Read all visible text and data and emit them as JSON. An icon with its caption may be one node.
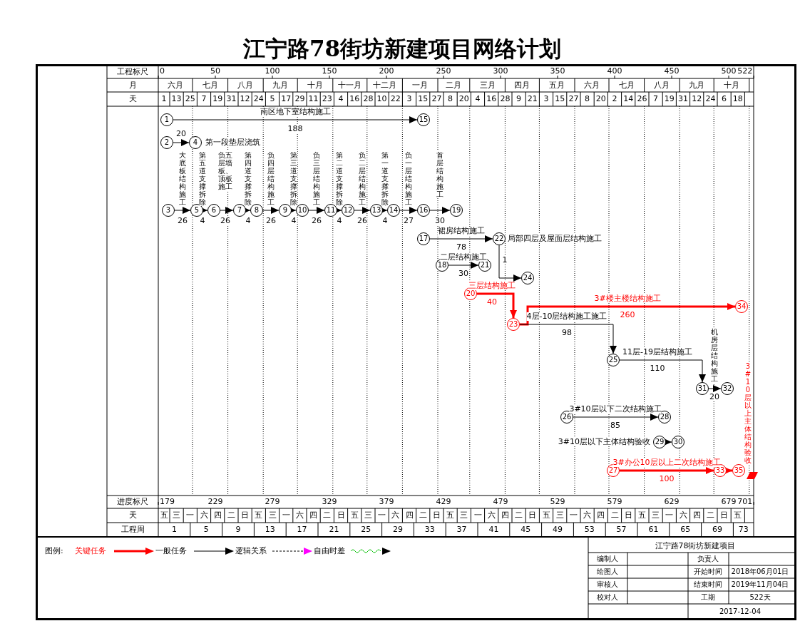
{
  "diagram": {
    "title": "江宁路78街坊新建项目网络计划",
    "nodes": [
      {
        "text": [
          "1"
        ]
      },
      {
        "text": [
          "2"
        ]
      },
      {
        "text": [
          "3"
        ]
      },
      {
        "text": [
          "4"
        ]
      },
      {
        "text": [
          "5"
        ]
      },
      {
        "text": [
          "6"
        ]
      },
      {
        "text": [
          "7"
        ]
      },
      {
        "text": [
          "8"
        ]
      },
      {
        "text": [
          "9"
        ]
      },
      {
        "text": [
          "10"
        ]
      },
      {
        "text": [
          "11"
        ]
      },
      {
        "text": [
          "12"
        ]
      },
      {
        "text": [
          "13"
        ]
      },
      {
        "text": [
          "14"
        ]
      },
      {
        "text": [
          "15"
        ]
      },
      {
        "text": [
          "16"
        ]
      },
      {
        "text": [
          "17"
        ]
      },
      {
        "text": [
          "18"
        ]
      },
      {
        "text": [
          "19"
        ]
      },
      {
        "text": [
          "20"
        ]
      },
      {
        "text": [
          "21"
        ]
      },
      {
        "text": [
          "22"
        ]
      },
      {
        "text": [
          "23"
        ]
      },
      {
        "text": [
          "24"
        ]
      },
      {
        "text": [
          "25"
        ]
      },
      {
        "text": [
          "26"
        ]
      },
      {
        "text": [
          "27"
        ]
      },
      {
        "text": [
          "28"
        ]
      },
      {
        "text": [
          "29"
        ]
      },
      {
        "text": [
          "30"
        ]
      },
      {
        "text": [
          "31"
        ]
      },
      {
        "text": [
          "32"
        ]
      },
      {
        "text": [
          "33"
        ]
      },
      {
        "text": [
          "34"
        ]
      },
      {
        "text": [
          "35"
        ]
      }
    ],
    "edges": [
      {
        "from": 0,
        "to": 14,
        "arrow": "to",
        "label": "南区地下室结构施工"
      },
      {
        "from": 1,
        "to": 3,
        "arrow": "to",
        "label": "第一段垫层浇筑"
      },
      {
        "from": 2,
        "to": 4,
        "arrow": "to",
        "label": "大底板结构施工"
      },
      {
        "from": 4,
        "to": 5,
        "arrow": "to",
        "label": "第五道支撑拆除"
      },
      {
        "from": 5,
        "to": 6,
        "arrow": "to",
        "label": "负五层墙板、顶板施工"
      },
      {
        "from": 6,
        "to": 7,
        "arrow": "to",
        "label": "第四道支撑拆除"
      },
      {
        "from": 7,
        "to": 8,
        "arrow": "to",
        "label": "负四层结构施工"
      },
      {
        "from": 8,
        "to": 9,
        "arrow": "to",
        "label": "第三道支撑拆除"
      },
      {
        "from": 9,
        "to": 10,
        "arrow": "to",
        "label": "负三层结构施工"
      },
      {
        "from": 10,
        "to": 11,
        "arrow": "to",
        "label": "第二道支撑拆除"
      },
      {
        "from": 11,
        "to": 12,
        "arrow": "to",
        "label": "负二层结构施工"
      },
      {
        "from": 12,
        "to": 13,
        "arrow": "to",
        "label": "第一道支撑拆除"
      },
      {
        "from": 13,
        "to": 15,
        "arrow": "to",
        "label": "负一层结构施工"
      },
      {
        "from": 15,
        "to": 18,
        "arrow": "to",
        "label": "首层结构施工"
      },
      {
        "from": 16,
        "to": 21,
        "arrow": "to",
        "label": "裙房结构施工"
      },
      {
        "from": 17,
        "to": 20,
        "arrow": "to",
        "label": "二层结构施工"
      },
      {
        "from": 19,
        "to": 22,
        "arrow": "to",
        "label": "三层结构施工",
        "style": "thick",
        "color": "#ff0000"
      },
      {
        "from": 21,
        "to": 23,
        "arrow": "to",
        "label": "局部四层及屋面层结构施工"
      },
      {
        "from": 22,
        "to": 33,
        "arrow": "to",
        "label": "3#楼主楼结构施工",
        "style": "thick",
        "color": "#ff0000"
      },
      {
        "from": 22,
        "to": 24,
        "arrow": "to",
        "label": "4层-10层结构施工施工"
      },
      {
        "from": 24,
        "to": 30,
        "arrow": "to",
        "label": "11层-19层结构施工"
      },
      {
        "from": 30,
        "to": 31,
        "arrow": "to",
        "label": "机房层结构施工"
      },
      {
        "from": 25,
        "to": 27,
        "arrow": "to",
        "label": "3#10层以下二次结构施工"
      },
      {
        "from": 28,
        "to": 29,
        "arrow": "to",
        "label": "3#10层以下主体结构验收"
      },
      {
        "from": 26,
        "to": 32,
        "arrow": "to",
        "label": "3#办公10层以上二次结构施工",
        "style": "thick",
        "color": "#ff0000"
      },
      {
        "from": 32,
        "to": 34,
        "arrow": "to",
        "label": "3#10层以上主体结构验收",
        "style": "thick",
        "color": "#ff0000"
      }
    ],
    "labels": [
      "工程标尺",
      "0",
      "50",
      "100",
      "150",
      "200",
      "250",
      "300",
      "350",
      "400",
      "450",
      "500",
      "522",
      "月",
      "六月",
      "七月",
      "八月",
      "九月",
      "十月",
      "十一月",
      "十二月",
      "一月",
      "二月",
      "三月",
      "四月",
      "五月",
      "六月",
      "七月",
      "八月",
      "九月",
      "十月",
      "天",
      "1",
      "13",
      "25",
      "7",
      "19",
      "31",
      "12",
      "24",
      "5",
      "17",
      "29",
      "11",
      "23",
      "4",
      "16",
      "28",
      "10",
      "22",
      "3",
      "15",
      "27",
      "8",
      "20",
      "4",
      "16",
      "28",
      "9",
      "21",
      "3",
      "15",
      "27",
      "8",
      "20",
      "2",
      "14",
      "26",
      "7",
      "19",
      "31",
      "12",
      "24",
      "6",
      "18",
      "188",
      "20",
      "26",
      "4",
      "26",
      "4",
      "26",
      "4",
      "26",
      "4",
      "26",
      "4",
      "27",
      "30",
      "78",
      "30",
      "40",
      "1",
      "260",
      "98",
      "110",
      "20",
      "85",
      "100",
      "进度标尺",
      "179",
      "229",
      "279",
      "329",
      "379",
      "429",
      "479",
      "529",
      "579",
      "629",
      "679",
      "701",
      "天",
      "五",
      "三",
      "一",
      "六",
      "四",
      "二",
      "日",
      "五",
      "三",
      "一",
      "六",
      "四",
      "二",
      "日",
      "五",
      "三",
      "一",
      "六",
      "四",
      "二",
      "日",
      "五",
      "三",
      "一",
      "六",
      "四",
      "二",
      "日",
      "五",
      "三",
      "一",
      "六",
      "四",
      "二",
      "日",
      "五",
      "三",
      "一",
      "六",
      "四",
      "二",
      "日",
      "五",
      "工程周",
      "1",
      "5",
      "9",
      "13",
      "17",
      "21",
      "25",
      "29",
      "33",
      "37",
      "41",
      "45",
      "49",
      "53",
      "57",
      "61",
      "65",
      "69",
      "73",
      "图例:",
      "江宁路78街坊新建项目",
      "编制人",
      "负责人",
      "绘图人",
      "开始时间",
      "2018年06月01日",
      "审核人",
      "结束时间",
      "2019年11月04日",
      "校对人",
      "工期",
      "522天",
      "2017-12-04"
    ],
    "legend": [
      {
        "text": "关键任务"
      },
      {
        "text": "一般任务"
      },
      {
        "text": "逻辑关系"
      },
      {
        "text": "自由时差"
      }
    ]
  }
}
